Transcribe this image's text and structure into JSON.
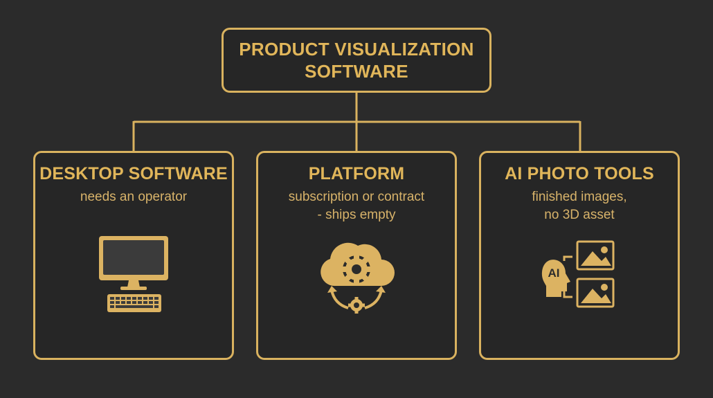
{
  "root": {
    "lines": [
      "PRODUCT VISUALIZATION",
      "SOFTWARE"
    ]
  },
  "cards": [
    {
      "title": "DESKTOP SOFTWARE",
      "desc": [
        "needs an operator"
      ],
      "icon": "desktop-computer-icon"
    },
    {
      "title": "PLATFORM",
      "desc": [
        "subscription or contract",
        "- ships empty"
      ],
      "icon": "cloud-gear-icon"
    },
    {
      "title": "AI PHOTO TOOLS",
      "desc": [
        "finished images,",
        "no 3D asset"
      ],
      "icon": "ai-head-images-icon"
    }
  ],
  "colors": {
    "accent": "#d9b25f",
    "background": "#2b2b2b",
    "box_fill": "#262626"
  },
  "ai_icon_text": "AI"
}
